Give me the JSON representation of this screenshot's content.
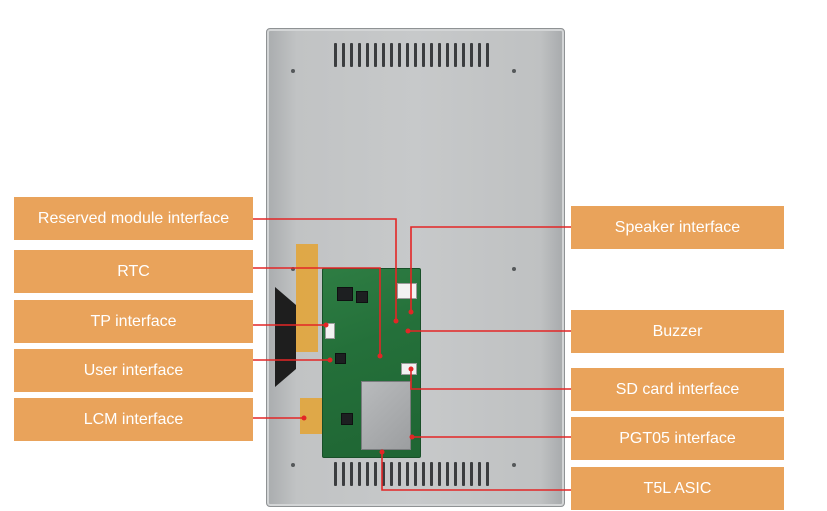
{
  "labels_left": [
    {
      "id": "reserved",
      "text": "Reserved module interface"
    },
    {
      "id": "rtc",
      "text": "RTC"
    },
    {
      "id": "tp",
      "text": "TP interface"
    },
    {
      "id": "user",
      "text": "User interface"
    },
    {
      "id": "lcm",
      "text": "LCM interface"
    }
  ],
  "labels_right": [
    {
      "id": "speaker",
      "text": "Speaker interface"
    },
    {
      "id": "buzzer",
      "text": "Buzzer"
    },
    {
      "id": "sd",
      "text": "SD card interface"
    },
    {
      "id": "pgt05",
      "text": "PGT05 interface"
    },
    {
      "id": "t5l",
      "text": "T5L ASIC"
    }
  ],
  "colors": {
    "label_fill": "#e9a35b",
    "label_text": "#ffffff",
    "leader_line": "#e32626",
    "pcb": "#24703a",
    "panel": "#c4c6c7"
  }
}
